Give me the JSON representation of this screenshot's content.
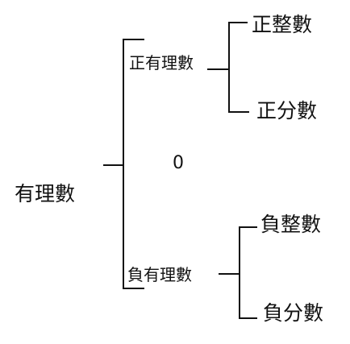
{
  "diagram": {
    "root": "有理數",
    "middle": {
      "positive": "正有理數",
      "zero": "0",
      "negative": "負有理數"
    },
    "leaves": {
      "positive_integer": "正整數",
      "positive_fraction": "正分數",
      "negative_integer": "負整數",
      "negative_fraction": "負分數"
    }
  }
}
